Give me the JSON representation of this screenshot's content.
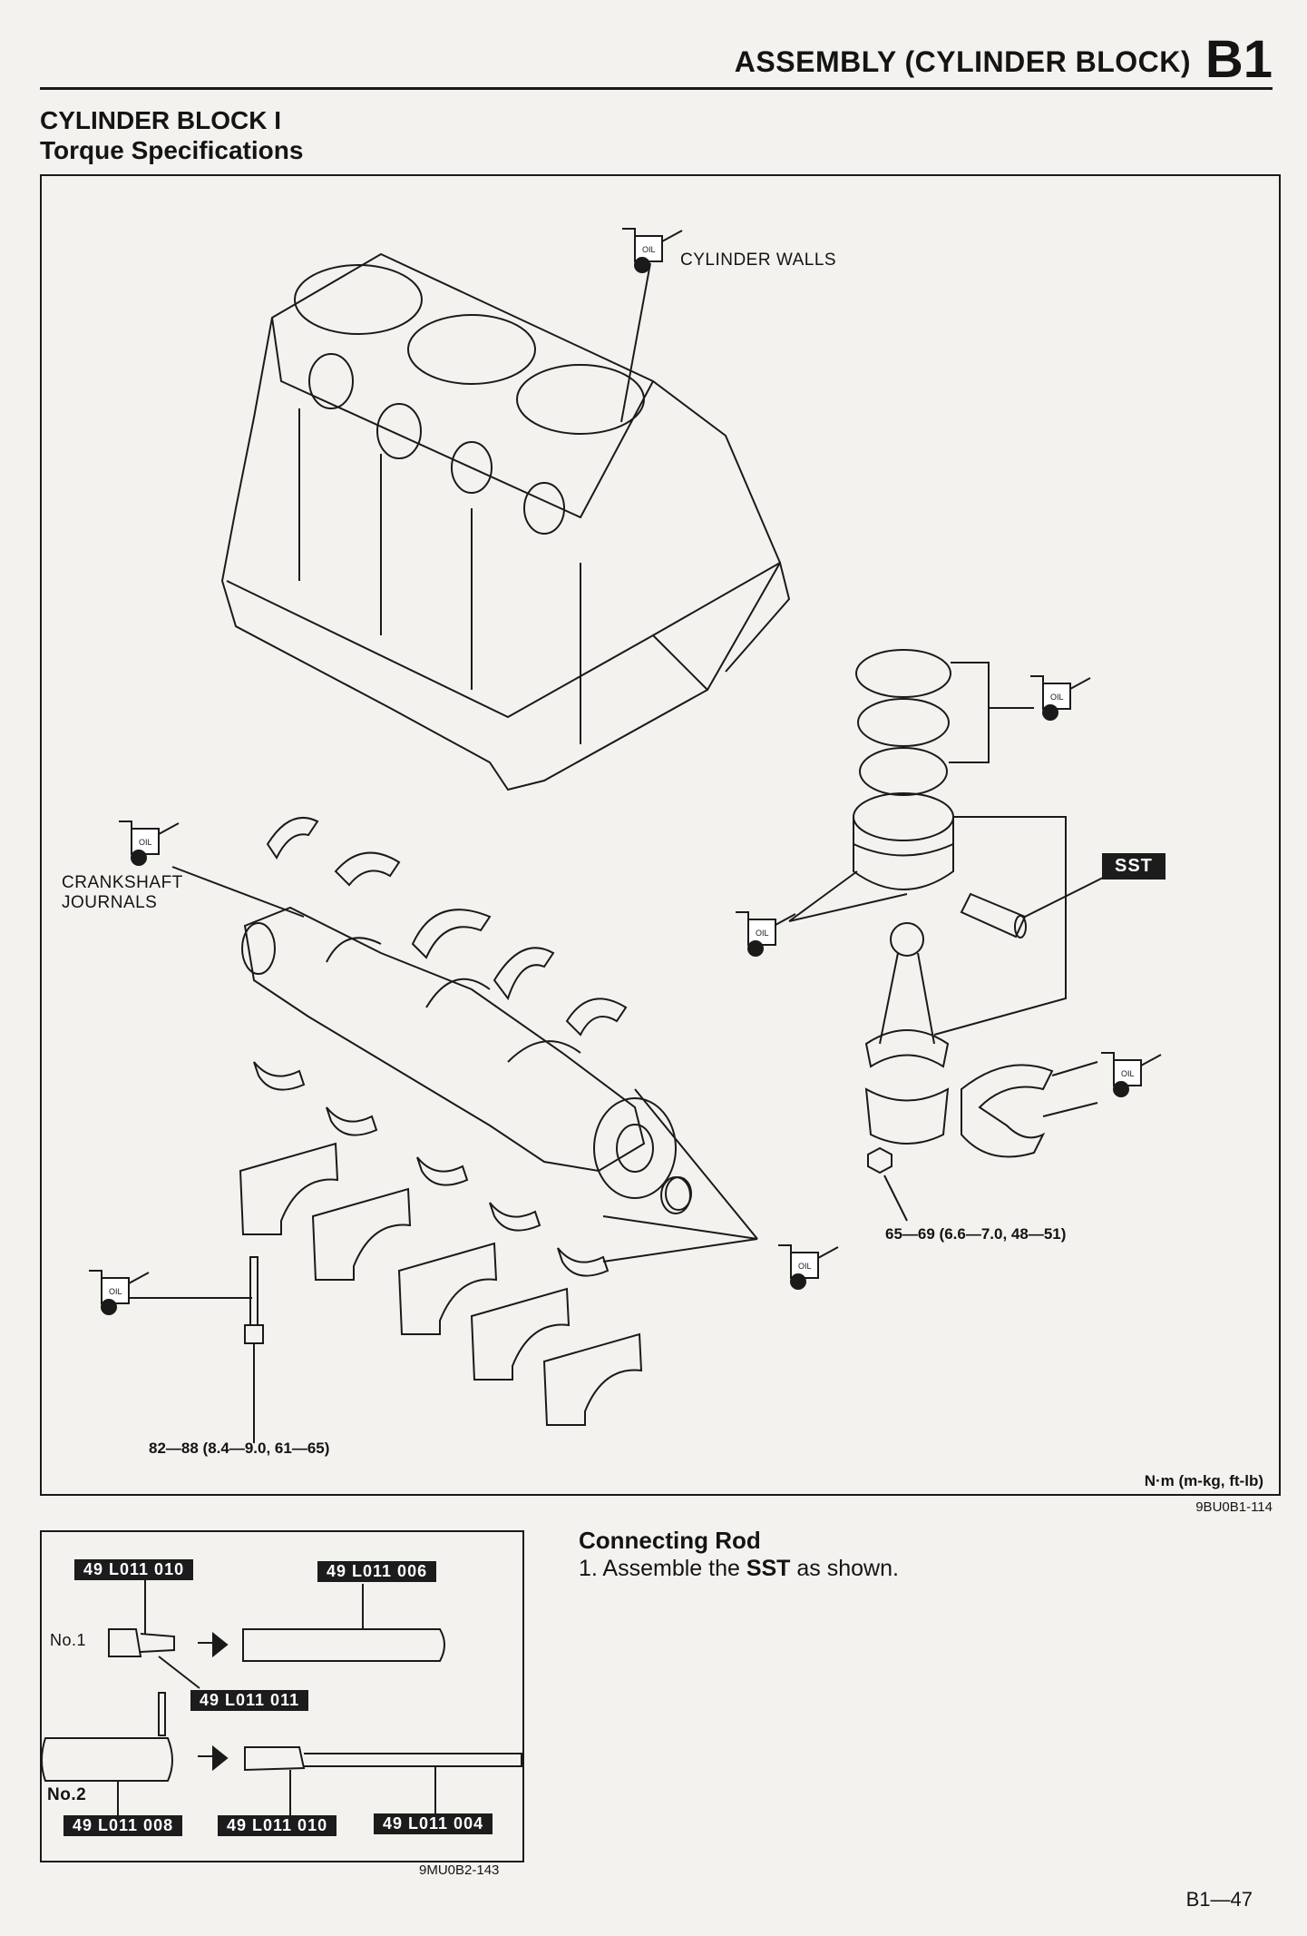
{
  "header": {
    "title": "ASSEMBLY (CYLINDER BLOCK)",
    "section_code": "B1"
  },
  "section": {
    "title_line1": "CYLINDER BLOCK I",
    "title_line2": "Torque Specifications"
  },
  "main_figure": {
    "labels": {
      "cylinder_walls": "CYLINDER WALLS",
      "crankshaft_journals_1": "CRANKSHAFT",
      "crankshaft_journals_2": "JOURNALS",
      "sst": "SST",
      "oil": "OIL"
    },
    "torque_specs": {
      "rod_nut": "65—69 (6.6—7.0, 48—51)",
      "main_bolt": "82—88 (8.4—9.0, 61—65)"
    },
    "units": "N·m (m-kg, ft-lb)",
    "figure_code": "9BU0B1-114"
  },
  "sst_figure": {
    "parts": {
      "p010_top": "49 L011 010",
      "p006": "49 L011 006",
      "p011": "49 L011 011",
      "p008": "49 L011 008",
      "p010_bottom": "49 L011 010",
      "p004": "49 L011 004"
    },
    "no1": "No.1",
    "no2": "No.2",
    "figure_code": "9MU0B2-143"
  },
  "procedure": {
    "title": "Connecting Rod",
    "step_prefix": "1. Assemble the ",
    "step_bold": "SST",
    "step_suffix": " as shown."
  },
  "page_number": "B1—47"
}
